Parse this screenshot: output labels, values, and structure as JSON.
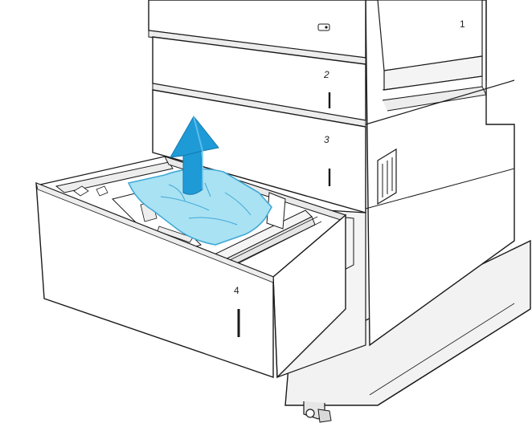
{
  "figure": {
    "description_free": true,
    "trays": {
      "top": {
        "label": "1"
      },
      "tray2": {
        "label": "2"
      },
      "tray3": {
        "label": "3"
      },
      "tray4": {
        "label": "4"
      }
    },
    "colors": {
      "line": "#1a1a1a",
      "body": "#ffffff",
      "shadow": "#ededed",
      "floor": "#f0f0f0",
      "paper_fill": "#a9e2f3",
      "paper_edge": "#3fa9d6",
      "arrow": "#1e9bd7",
      "arrow_light": "#6cc6ee"
    },
    "icons": {
      "arrow": "up-arrow-icon",
      "indicator": "tray-indicator-icon"
    }
  }
}
